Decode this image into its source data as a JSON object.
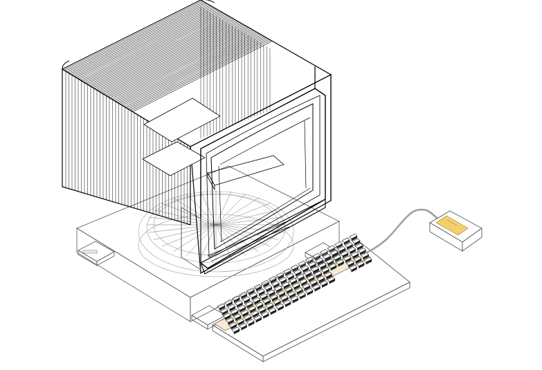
{
  "drawing": {
    "subject": "",
    "components": [
      {
        "id": "monitor",
        "icon": "crt-monitor-icon"
      },
      {
        "id": "system-unit",
        "icon": "desktop-case-icon"
      },
      {
        "id": "keyboard",
        "icon": "keyboard-icon"
      },
      {
        "id": "mouse",
        "icon": "mouse-icon"
      },
      {
        "id": "cable",
        "icon": "cable-icon"
      }
    ],
    "colors": {
      "background": "#ffffff",
      "line": "#000000",
      "thin_line": "#777777",
      "cable": "#a0a0a0",
      "highlight": "#f7ecd2",
      "mouse_button": "#f0d070"
    },
    "keyboard": {
      "rows": 6,
      "cols": 19
    }
  }
}
